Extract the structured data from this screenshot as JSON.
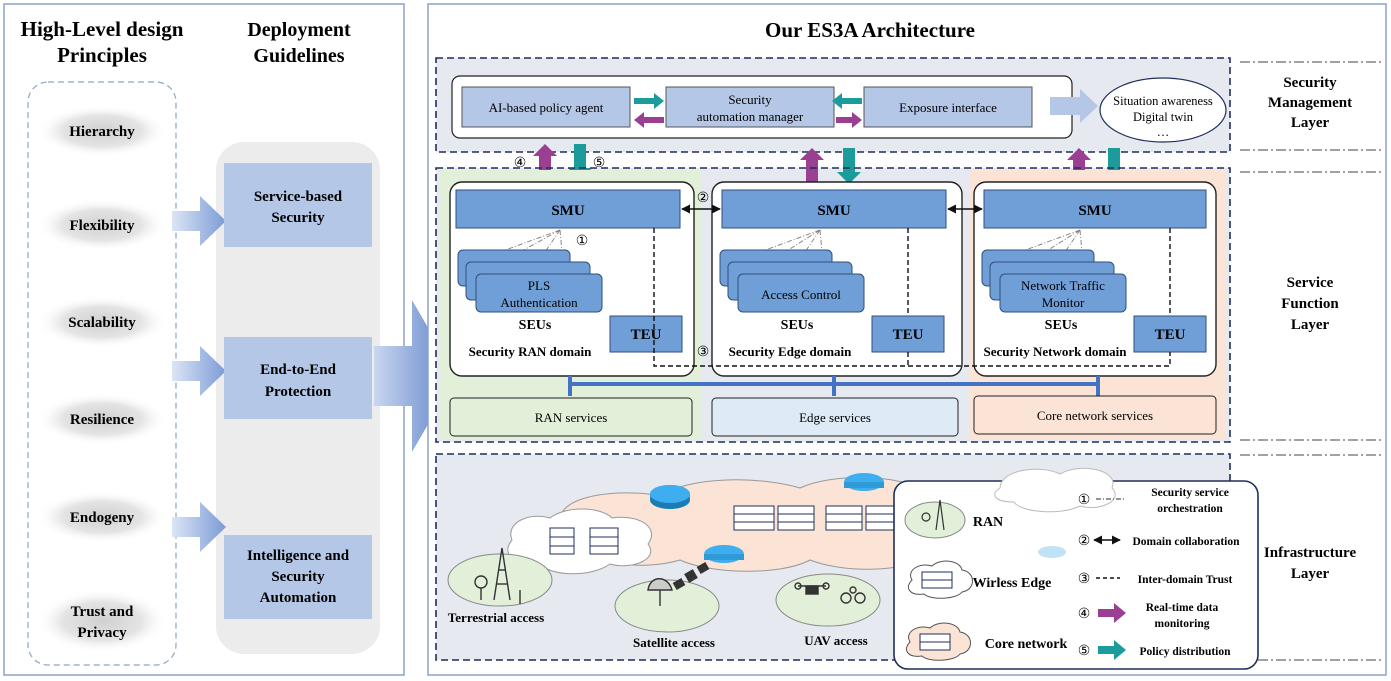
{
  "left_panel": {
    "title_line1": "High-Level design",
    "title_line2": "Principles",
    "principles": [
      "Hierarchy",
      "Flexibility",
      "Scalability",
      "Resilience",
      "Endogeny",
      "Trust and",
      "Privacy"
    ]
  },
  "guidelines_panel": {
    "title_line1": "Deployment",
    "title_line2": "Guidelines",
    "boxes": [
      {
        "line1": "Service-based",
        "line2": "Security",
        "line3": ""
      },
      {
        "line1": "End-to-End",
        "line2": "Protection",
        "line3": ""
      },
      {
        "line1": "Intelligence and",
        "line2": "Security",
        "line3": "Automation"
      }
    ]
  },
  "architecture": {
    "title": "Our ES3A  Architecture",
    "layers": {
      "management": [
        "Security",
        "Management",
        "Layer"
      ],
      "service": [
        "Service",
        "Function",
        "Layer"
      ],
      "infrastructure": [
        "Infrastructure",
        "Layer"
      ]
    },
    "management": {
      "ai_agent": "AI-based policy agent",
      "automation_line1": "Security",
      "automation_line2": "automation manager",
      "exposure": "Exposure interface",
      "situation_line1": "Situation awareness",
      "situation_line2": "Digital twin",
      "situation_line3": "…"
    },
    "markers": {
      "m1": "①",
      "m2": "②",
      "m3": "③",
      "m4": "④",
      "m5": "⑤"
    },
    "domains": [
      {
        "smu": "SMU",
        "seu_line1": "PLS",
        "seu_line2": "Authentication",
        "seus": "SEUs",
        "teu": "TEU",
        "name": "Security RAN domain",
        "service": "RAN services"
      },
      {
        "smu": "SMU",
        "seu_line1": "Access Control",
        "seu_line2": "",
        "seus": "SEUs",
        "teu": "TEU",
        "name": "Security Edge domain",
        "service": "Edge services"
      },
      {
        "smu": "SMU",
        "seu_line1": "Network Traffic",
        "seu_line2": "Monitor",
        "seus": "SEUs",
        "teu": "TEU",
        "name": "Security Network domain",
        "service": "Core network services"
      }
    ],
    "infrastructure": {
      "terrestrial": "Terrestrial access",
      "satellite": "Satellite access",
      "uav": "UAV access"
    },
    "legend": {
      "ran": "RAN",
      "wireless_edge": "Wirless Edge",
      "core": "Core network",
      "orch_line1": "Security service",
      "orch_line2": "orchestration",
      "domain_collab": "Domain collaboration",
      "inter_trust": "Inter-domain Trust",
      "rt_line1": "Real-time data",
      "rt_line2": "monitoring",
      "policy": "Policy distribution"
    }
  },
  "colors": {
    "blue_box": "#6f9fd6",
    "light_blue": "#b3c6e7",
    "teal_arrow": "#1b9b9b",
    "purple_arrow": "#9b3f93",
    "ran_green": "#e2efd9",
    "core_orange": "#fbe4d5",
    "edge_blue": "#deebf7"
  }
}
